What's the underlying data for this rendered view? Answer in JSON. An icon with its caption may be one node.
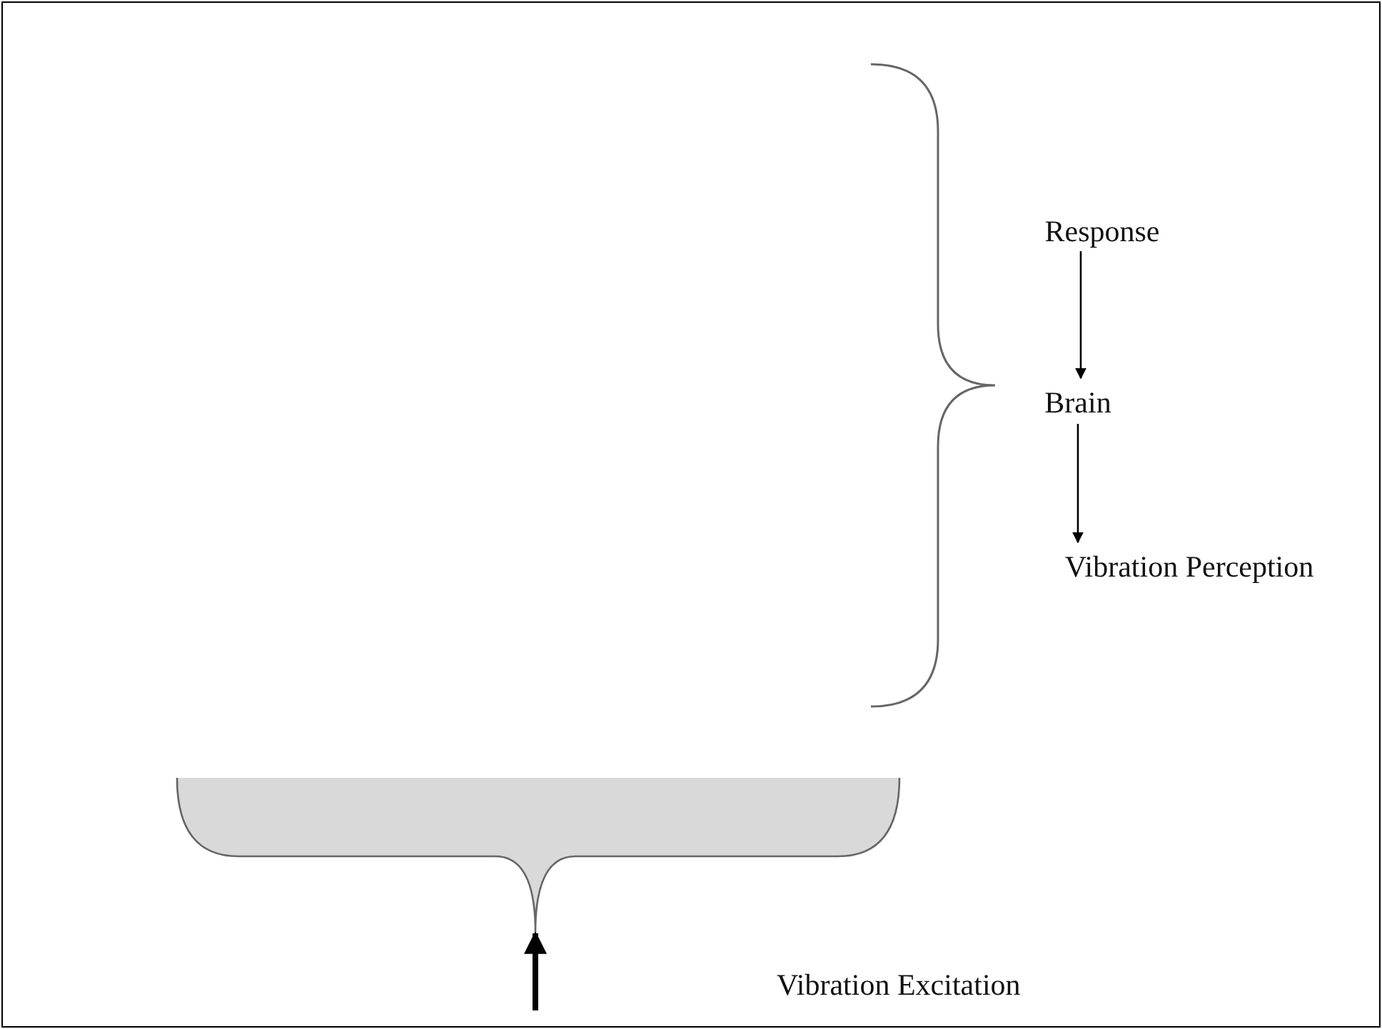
{
  "diagram": {
    "nodes": [
      {
        "text": [
          "Response"
        ]
      },
      {
        "text": [
          "Brain"
        ]
      },
      {
        "text": [
          "Vibration Perception"
        ]
      },
      {
        "text": [],
        "shape": "bar"
      }
    ],
    "edges": [
      {
        "from": 0,
        "to": 1,
        "arrow": "to"
      },
      {
        "from": 1,
        "to": 2,
        "arrow": "to"
      },
      {
        "from": null,
        "to": 3,
        "arrow": "to",
        "style": "thick"
      }
    ],
    "labels": [
      "Vibration Excitation"
    ]
  }
}
